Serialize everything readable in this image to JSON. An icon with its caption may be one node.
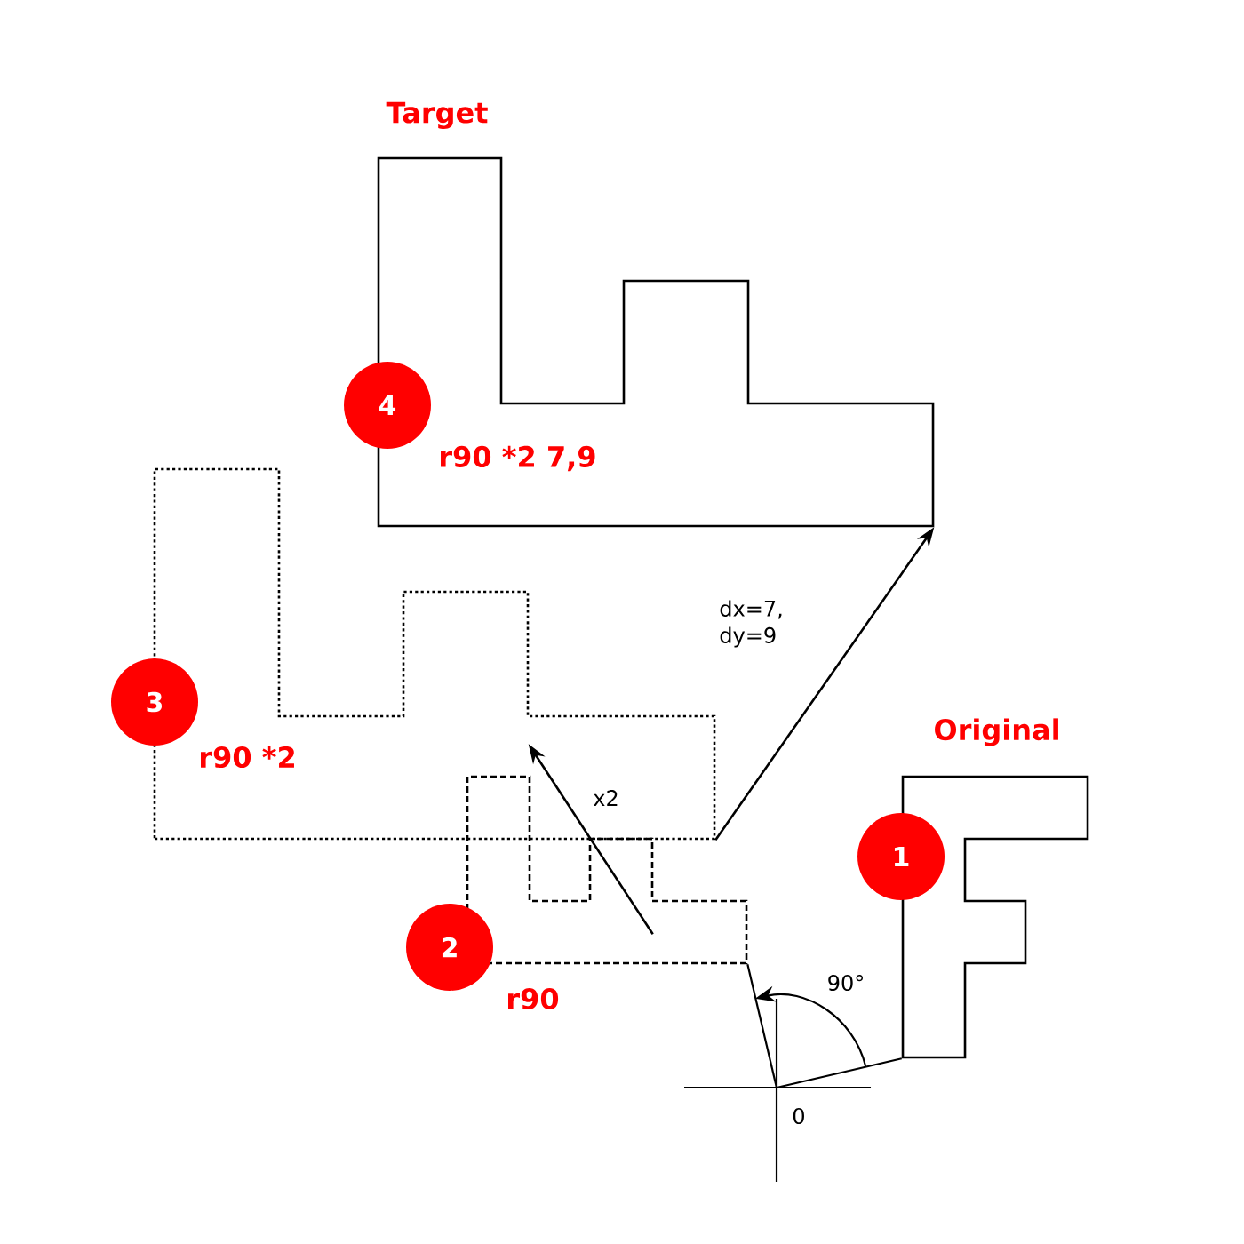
{
  "diagram": {
    "nodes": [
      {
        "text": [
          "Target"
        ]
      },
      {
        "text": [
          "4"
        ],
        "beside": [
          "r90 *2 7,9"
        ]
      },
      {
        "text": [],
        "shape": "polygon"
      },
      {
        "text": [
          "3"
        ],
        "beside": [
          "r90 *2"
        ]
      },
      {
        "text": [
          "Original"
        ]
      },
      {
        "text": [
          "1"
        ]
      },
      {
        "text": [],
        "shape": "polygon"
      },
      {
        "text": [
          "2"
        ],
        "beside": [
          "r90"
        ]
      },
      {
        "text": [
          "0"
        ]
      }
    ],
    "edges": [
      {
        "from": 6,
        "to": 2,
        "arrow": "to",
        "label": "x2"
      },
      {
        "from": 2,
        "to": 0,
        "arrow": "to",
        "label": "dx=7, dy=9"
      },
      {
        "from": 8,
        "to": 4,
        "arrow": "none"
      },
      {
        "from": 8,
        "to": 6,
        "arrow": "none"
      }
    ],
    "labels": [
      "90°"
    ]
  }
}
